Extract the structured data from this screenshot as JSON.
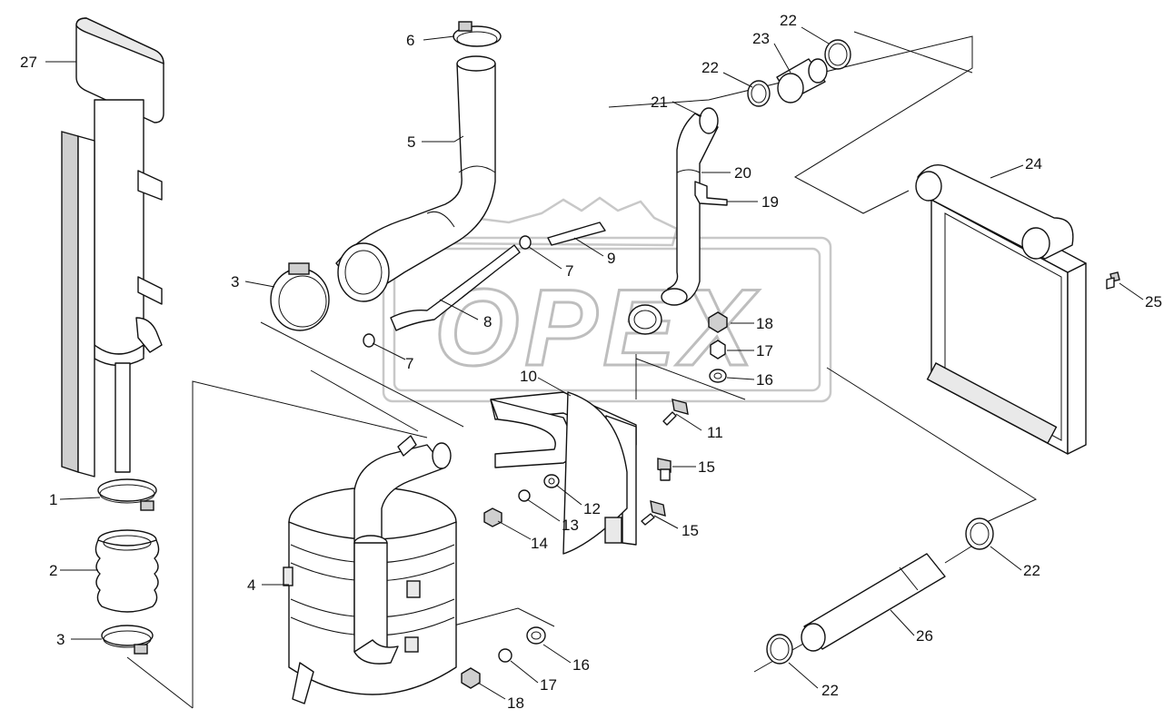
{
  "diagram": {
    "watermark": {
      "text": "OPEX"
    },
    "callouts": [
      "27",
      "6",
      "5",
      "3",
      "1",
      "2",
      "3",
      "4",
      "22",
      "23",
      "22",
      "21",
      "20",
      "19",
      "9",
      "7",
      "8",
      "7",
      "10",
      "11",
      "15",
      "12",
      "13",
      "14",
      "15",
      "18",
      "17",
      "16",
      "24",
      "25",
      "22",
      "26",
      "22",
      "16",
      "17",
      "18"
    ]
  }
}
